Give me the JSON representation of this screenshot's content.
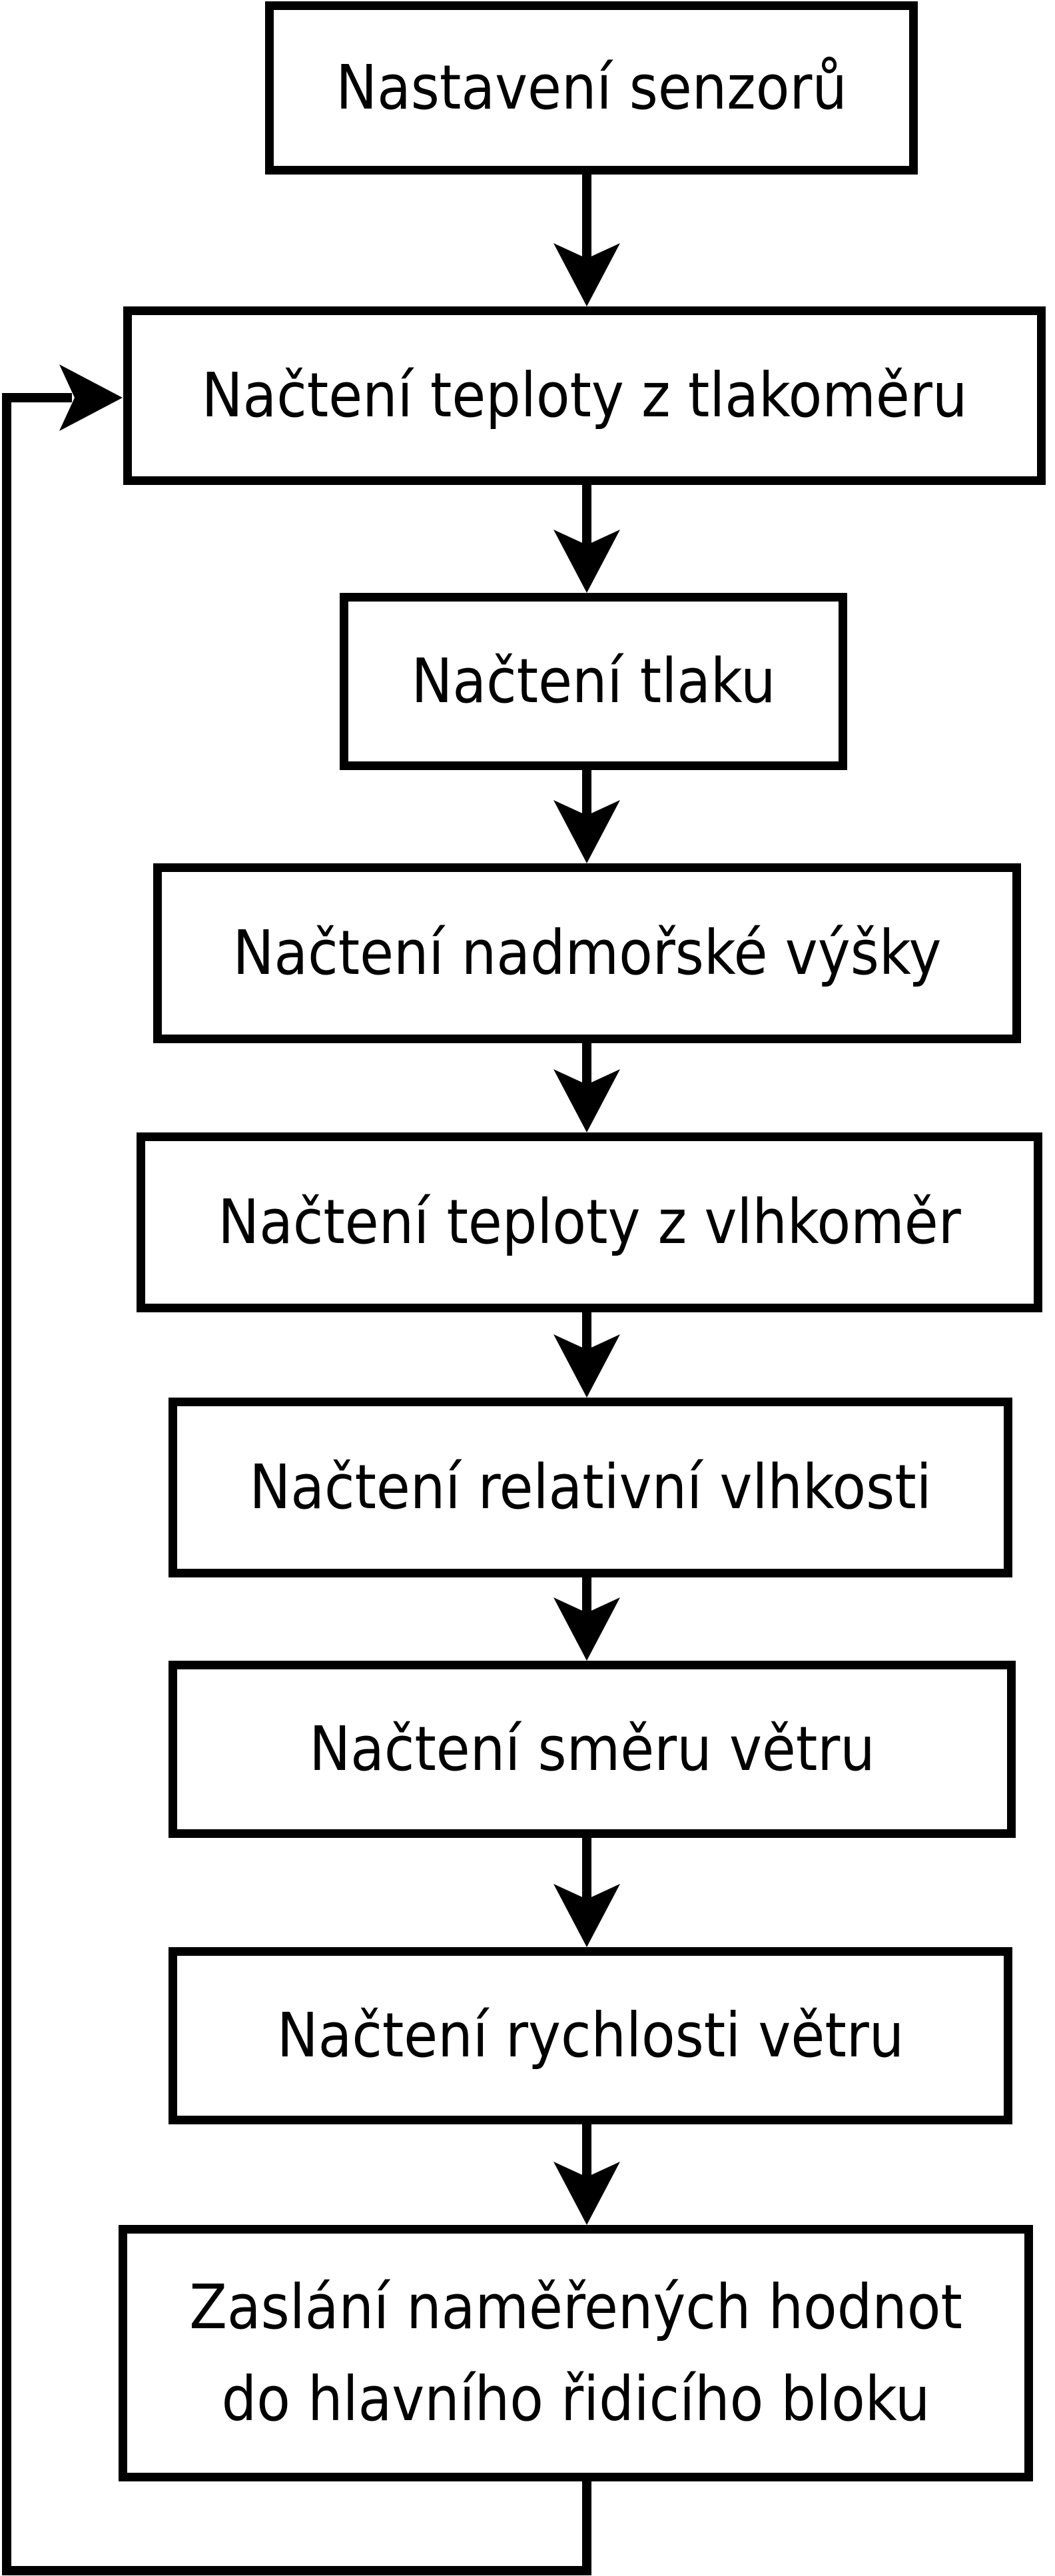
{
  "flowchart": {
    "colors": {
      "stroke": "#000000",
      "background": "#ffffff",
      "text": "#000000"
    },
    "nodes": [
      {
        "label": "Nastavení senzorů"
      },
      {
        "label": "Načtení teploty z tlakoměru"
      },
      {
        "label": "Načtení tlaku"
      },
      {
        "label": "Načtení nadmořské výšky"
      },
      {
        "label": "Načtení teploty z vlhkoměr"
      },
      {
        "label": "Načtení relativní vlhkosti"
      },
      {
        "label": "Načtení směru větru"
      },
      {
        "label": "Načtení rychlosti větru"
      },
      {
        "lines": [
          "Zaslání naměřených hodnot",
          "do hlavního řidicího bloku"
        ]
      }
    ]
  }
}
